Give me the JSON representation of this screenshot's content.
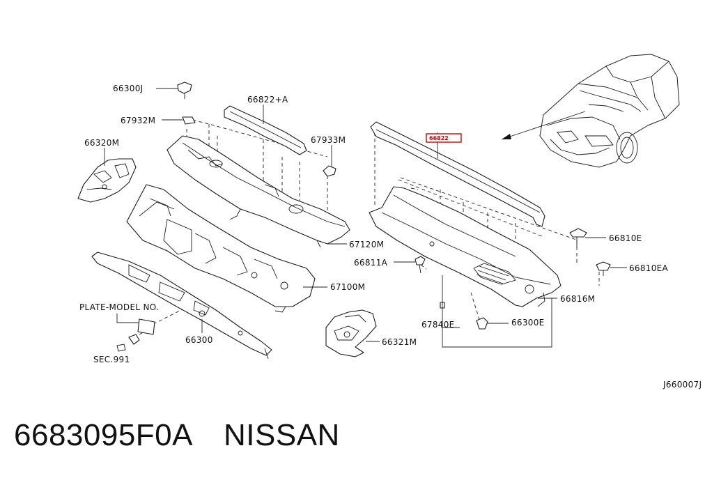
{
  "diagram": {
    "labels": {
      "p66300J": "66300J",
      "p66822A": "66822+A",
      "p67932M": "67932M",
      "p67933M": "67933M",
      "p66320M": "66320M",
      "p67120M": "67120M",
      "p67100M": "67100M",
      "plate_model": "PLATE-MODEL NO.",
      "p66300": "66300",
      "sec991": "SEC.991",
      "p66321M": "66321M",
      "p66810E": "66810E",
      "p66810EA": "66810EA",
      "p66811A": "66811A",
      "p66816M": "66816M",
      "p66300E": "66300E",
      "p67840E": "67840E"
    },
    "highlighted_label": "66822",
    "highlight_color": "#d40000",
    "drawing_code": "J660007J"
  },
  "footer": {
    "part_number": "6683095F0A",
    "brand": "NISSAN"
  }
}
